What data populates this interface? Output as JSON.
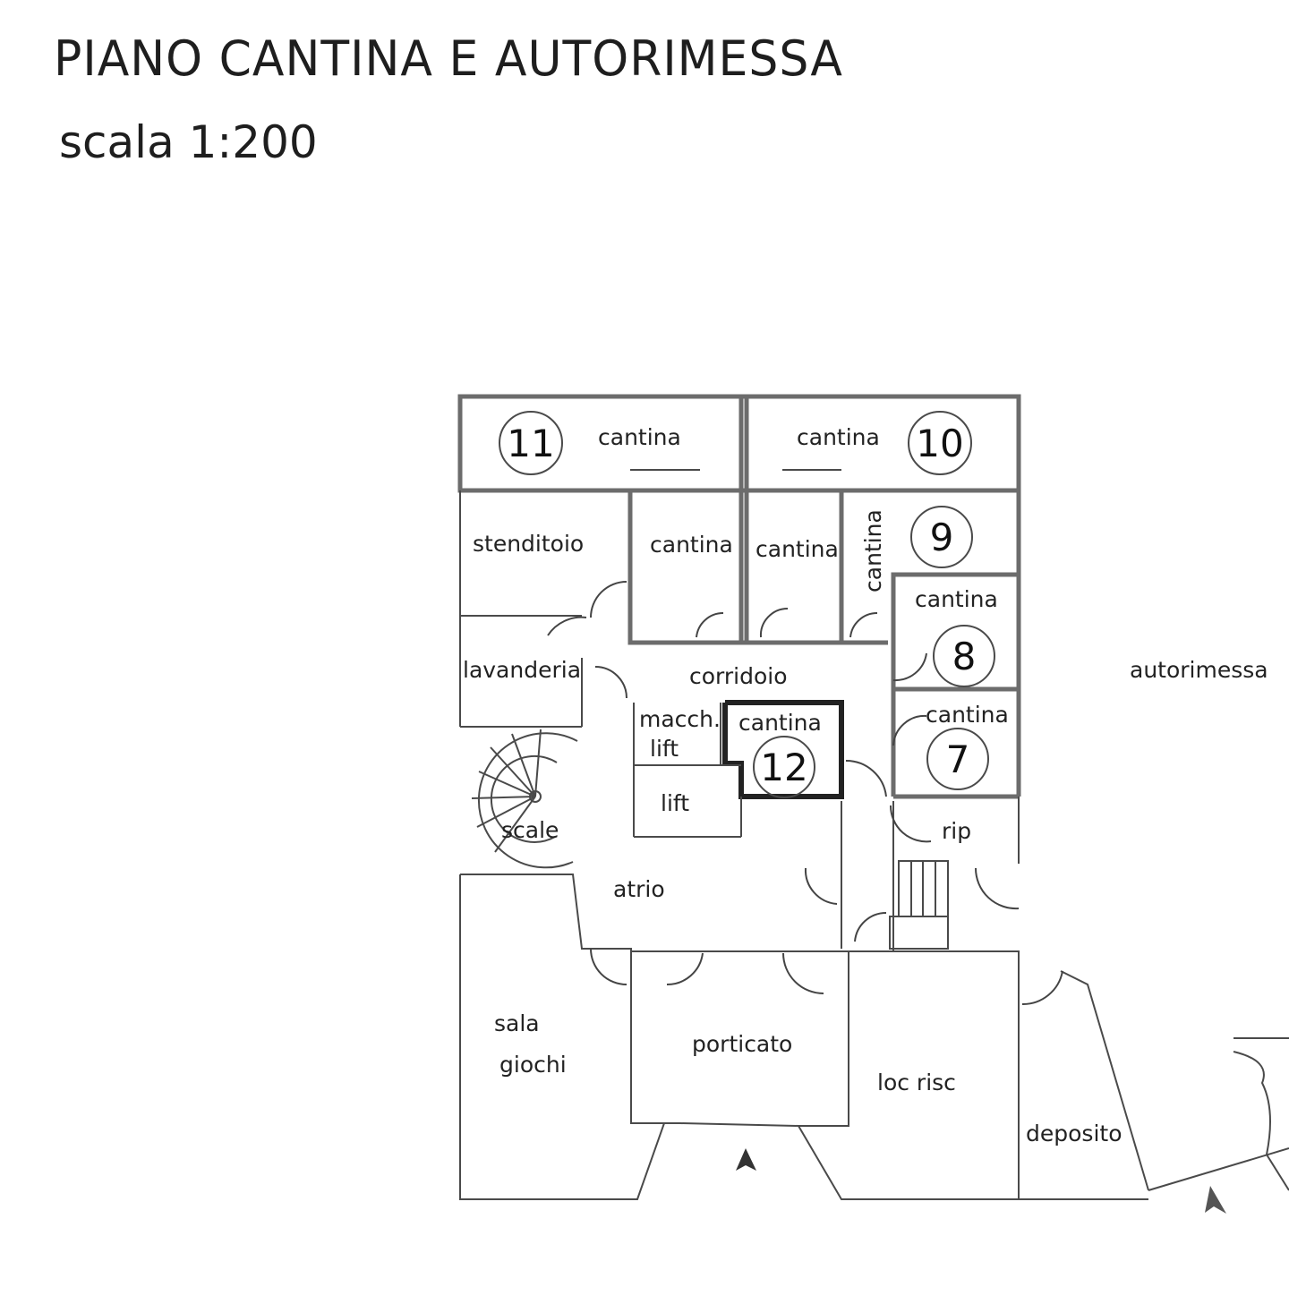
{
  "header": {
    "title": "PIANO CANTINA E AUTORIMESSA",
    "scale": "scala 1:200"
  },
  "rooms": {
    "cantina_11": "cantina",
    "cantina_10": "cantina",
    "stenditoio": "stenditoio",
    "cantina_mid_left": "cantina",
    "cantina_mid_right": "cantina",
    "cantina_9": "cantina",
    "cantina_8": "cantina",
    "cantina_7": "cantina",
    "cantina_12": "cantina",
    "lavanderia": "lavanderia",
    "corridoio": "corridoio",
    "macch_lift": "macch.",
    "macch_lift_2": "lift",
    "lift": "lift",
    "scale": "scale",
    "rip": "rip",
    "atrio": "atrio",
    "autorimessa": "autorimessa",
    "sala_giochi_1": "sala",
    "sala_giochi_2": "giochi",
    "porticato": "porticato",
    "loc_risc": "loc risc",
    "deposito": "deposito"
  },
  "unit_numbers": {
    "n11": "11",
    "n10": "10",
    "n9": "9",
    "n8": "8",
    "n7": "7",
    "n12": "12"
  }
}
